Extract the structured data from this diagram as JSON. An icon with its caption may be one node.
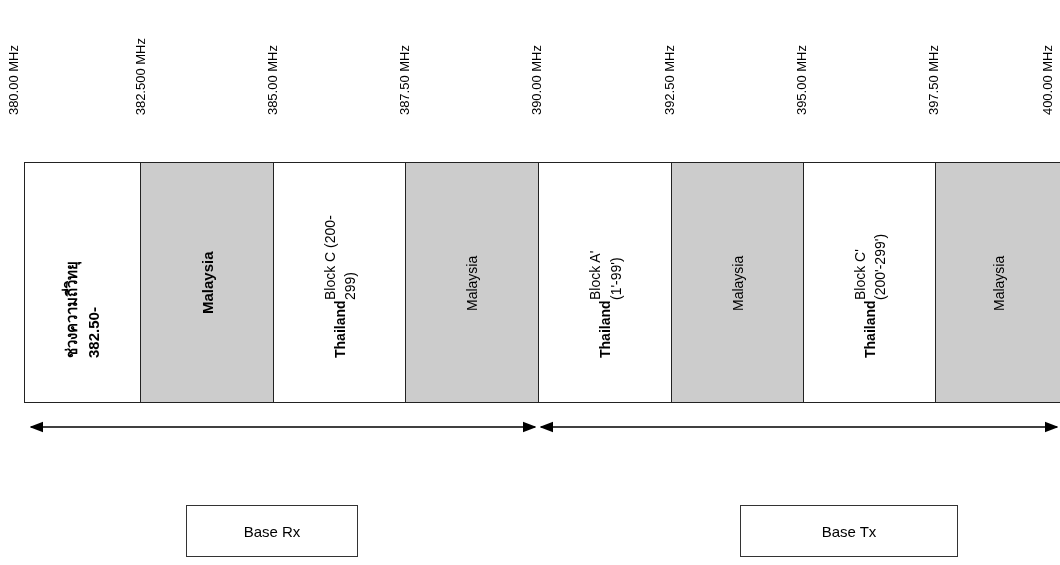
{
  "diagram": {
    "nodes": [
      {
        "text": [
          "ช่วงความถี่วิทยุ 382.50-"
        ]
      },
      {
        "text": [
          "Malaysia"
        ]
      },
      {
        "text": [
          "Thailand",
          "Block C (200-299)"
        ]
      },
      {
        "text": [
          "Malaysia"
        ]
      },
      {
        "text": [
          "Thailand",
          "Block A' (1'-99')"
        ]
      },
      {
        "text": [
          "Malaysia"
        ]
      },
      {
        "text": [
          "Thailand",
          "Block C' (200'-299')"
        ]
      },
      {
        "text": [
          "Malaysia"
        ]
      },
      {
        "text": [
          "Base Rx"
        ]
      },
      {
        "text": [
          "Base Tx"
        ]
      }
    ],
    "labels": [
      "380.00 MHz",
      "382.500 MHz",
      "385.00 MHz",
      "387.50 MHz",
      "390.00 MHz",
      "392.50 MHz",
      "395.00 MHz",
      "397.50 MHz",
      "400.00 MHz"
    ]
  }
}
